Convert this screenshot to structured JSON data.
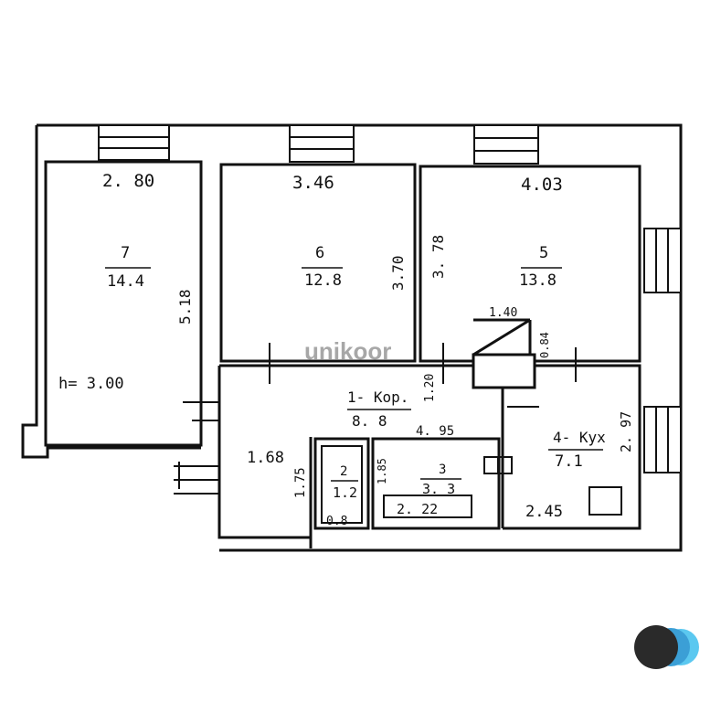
{
  "plan": {
    "rooms": [
      {
        "id": "r7",
        "num": "7",
        "area": "14.4",
        "width": "2. 80",
        "height": "5.18"
      },
      {
        "id": "r6",
        "num": "6",
        "area": "12.8",
        "width": "3.46",
        "height": "3.70"
      },
      {
        "id": "r5",
        "num": "5",
        "area": "13.8",
        "width": "4.03",
        "height": "3. 78"
      },
      {
        "id": "r1",
        "num": "1- Kop.",
        "area": "8. 8",
        "width": "4. 95"
      },
      {
        "id": "r4",
        "num": "4- Kyx",
        "area": "7.1",
        "width": "2.45",
        "height": "2. 97"
      },
      {
        "id": "r2",
        "num": "2",
        "area": "1.2",
        "width": "0.8"
      },
      {
        "id": "r3",
        "num": "3",
        "area": "3. 3",
        "width": "2. 22"
      }
    ],
    "notes": {
      "ceiling": "h= 3.00",
      "door_w": "1.40",
      "door_h": "0.84",
      "corridor_h": "1.20",
      "hall_w": "1.68",
      "hall_h": "1.75",
      "bath_h": "1.85"
    }
  },
  "watermark": {
    "text": "unikoor"
  }
}
